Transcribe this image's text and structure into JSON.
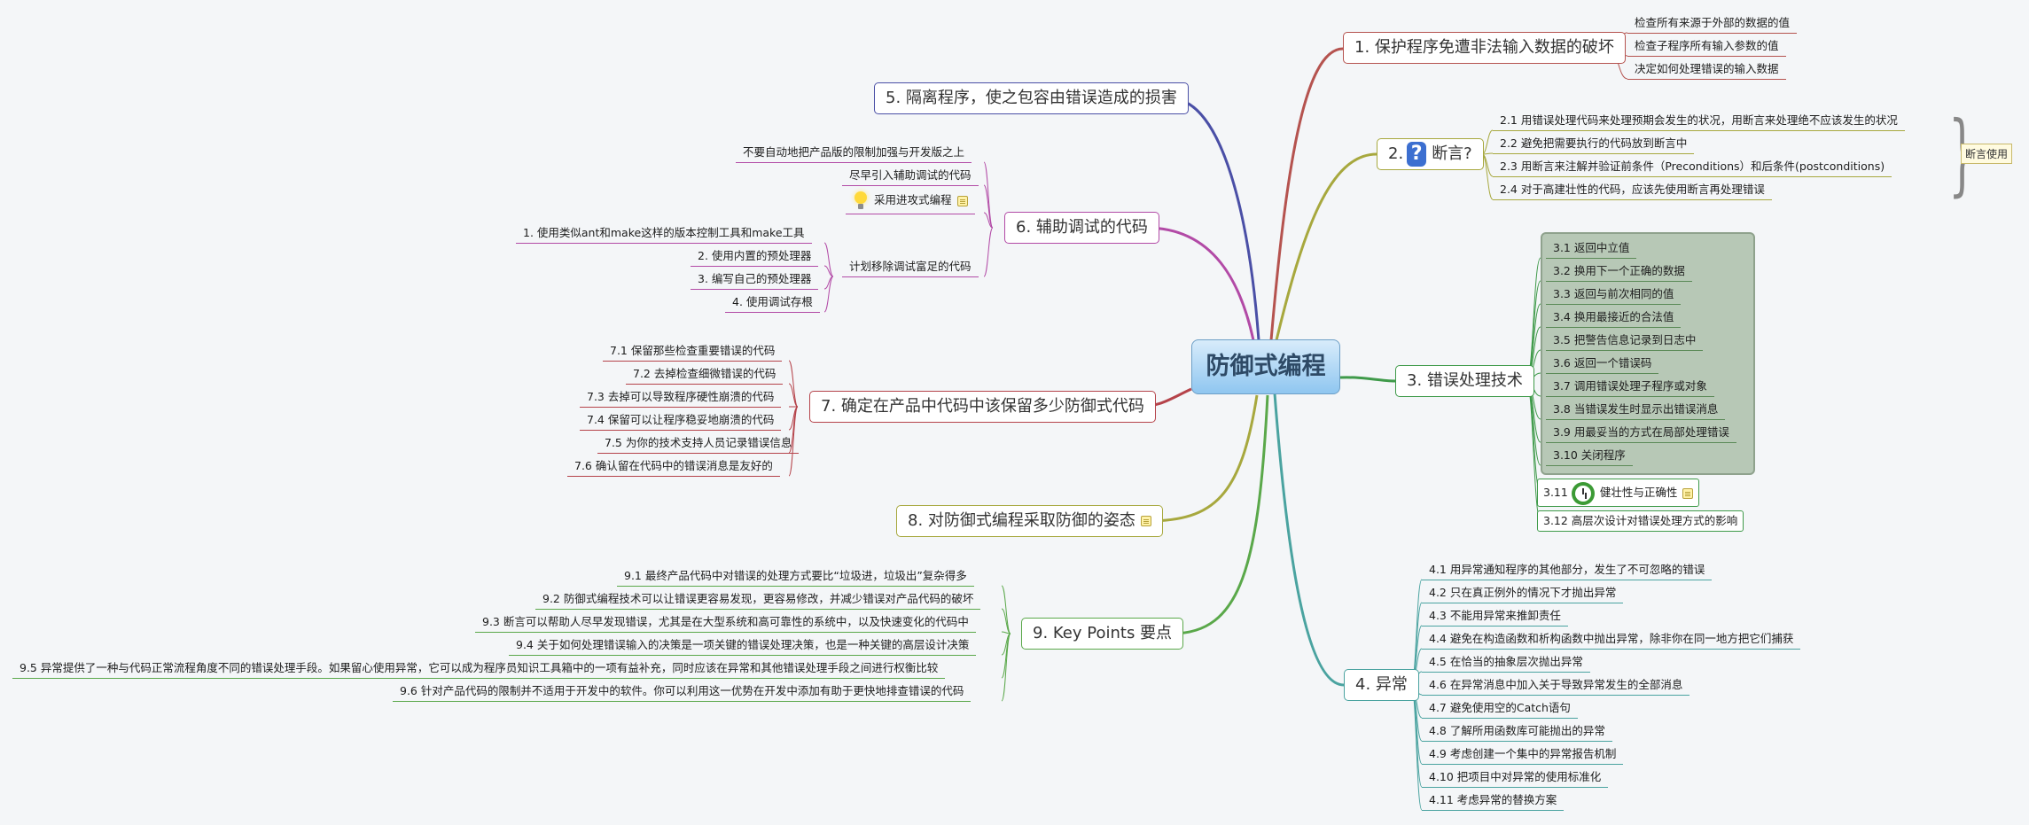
{
  "root": "防御式编程",
  "b1": {
    "label": "1. 保护程序免遭非法输入数据的破坏",
    "children": [
      "检查所有来源于外部的数据的值",
      "检查子程序所有输入参数的值",
      "决定如何处理错误的输入数据"
    ]
  },
  "b2": {
    "num": "2.",
    "icon": "question-icon",
    "label": "断言?",
    "children": [
      "2.1  用错误处理代码来处理预期会发生的状况，用断言来处理绝不应该发生的状况",
      "2.2  避免把需要执行的代码放到断言中",
      "2.3  用断言来注解并验证前条件（Preconditions）和后条件(postconditions)",
      "2.4  对于高建壮性的代码，应该先使用断言再处理错误"
    ],
    "summary": "断言使用"
  },
  "b3": {
    "label": "3. 错误处理技术",
    "children": [
      "3.1  返回中立值",
      "3.2  换用下一个正确的数据",
      "3.3  返回与前次相同的值",
      "3.4  换用最接近的合法值",
      "3.5  把警告信息记录到日志中",
      "3.6  返回一个错误码",
      "3.7  调用错误处理子程序或对象",
      "3.8  当错误发生时显示出错误消息",
      "3.9  用最妥当的方式在局部处理错误",
      "3.10  关闭程序"
    ],
    "c11_num": "3.11",
    "c11_label": "健壮性与正确性",
    "c12": "3.12  高层次设计对错误处理方式的影响"
  },
  "b4": {
    "label": "4. 异常",
    "children": [
      "4.1  用异常通知程序的其他部分，发生了不可忽略的错误",
      "4.2  只在真正例外的情况下才抛出异常",
      "4.3  不能用异常来推卸责任",
      "4.4  避免在构造函数和析构函数中抛出异常，除非你在同一地方把它们捕获",
      "4.5  在恰当的抽象层次抛出异常",
      "4.6  在异常消息中加入关于导致异常发生的全部消息",
      "4.7  避免使用空的Catch语句",
      "4.8  了解所用函数库可能抛出的异常",
      "4.9  考虑创建一个集中的异常报告机制",
      "4.10  把项目中对异常的使用标准化",
      "4.11  考虑异常的替换方案"
    ]
  },
  "b5": {
    "label": "5. 隔离程序，使之包容由错误造成的损害"
  },
  "b6": {
    "label": "6. 辅助调试的代码",
    "children": [
      "不要自动地把产品版的限制加强与开发版之上",
      "尽早引入辅助调试的代码",
      "采用进攻式编程",
      "计划移除调试富足的代码"
    ],
    "sub": [
      "1.  使用类似ant和make这样的版本控制工具和make工具",
      "2.  使用内置的预处理器",
      "3.  编写自己的预处理器",
      "4.  使用调试存根"
    ]
  },
  "b7": {
    "label": "7. 确定在产品中代码中该保留多少防御式代码",
    "children": [
      "7.1  保留那些检查重要错误的代码",
      "7.2  去掉检查细微错误的代码",
      "7.3  去掉可以导致程序硬性崩溃的代码",
      "7.4  保留可以让程序稳妥地崩溃的代码",
      "7.5  为你的技术支持人员记录错误信息",
      "7.6  确认留在代码中的错误消息是友好的"
    ]
  },
  "b8": {
    "label": "8. 对防御式编程采取防御的姿态"
  },
  "b9": {
    "label": "9. Key Points 要点",
    "children": [
      "9.1  最终产品代码中对错误的处理方式要比“垃圾进，垃圾出”复杂得多",
      "9.2  防御式编程技术可以让错误更容易发现，更容易修改，并减少错误对产品代码的破坏",
      "9.3  断言可以帮助人尽早发现错误，尤其是在大型系统和高可靠性的系统中，以及快速变化的代码中",
      "9.4  关于如何处理错误输入的决策是一项关键的错误处理决策，也是一种关键的高层设计决策",
      "9.5  异常提供了一种与代码正常流程角度不同的错误处理手段。如果留心使用异常，它可以成为程序员知识工具箱中的一项有益补充，同时应该在异常和其他错误处理手段之间进行权衡比较",
      "9.6  针对产品代码的限制并不适用于开发中的软件。你可以利用这一优势在开发中添加有助于更快地排查错误的代码"
    ]
  },
  "colors": {
    "b1": "#b5534f",
    "b2": "#a7a83e",
    "b3": "#3f9a4a",
    "b4": "#4aa3a0",
    "b5": "#4a4fa6",
    "b6": "#b24aa6",
    "b7": "#b5434a",
    "b8": "#a7a83e",
    "b9": "#5aa84a"
  }
}
